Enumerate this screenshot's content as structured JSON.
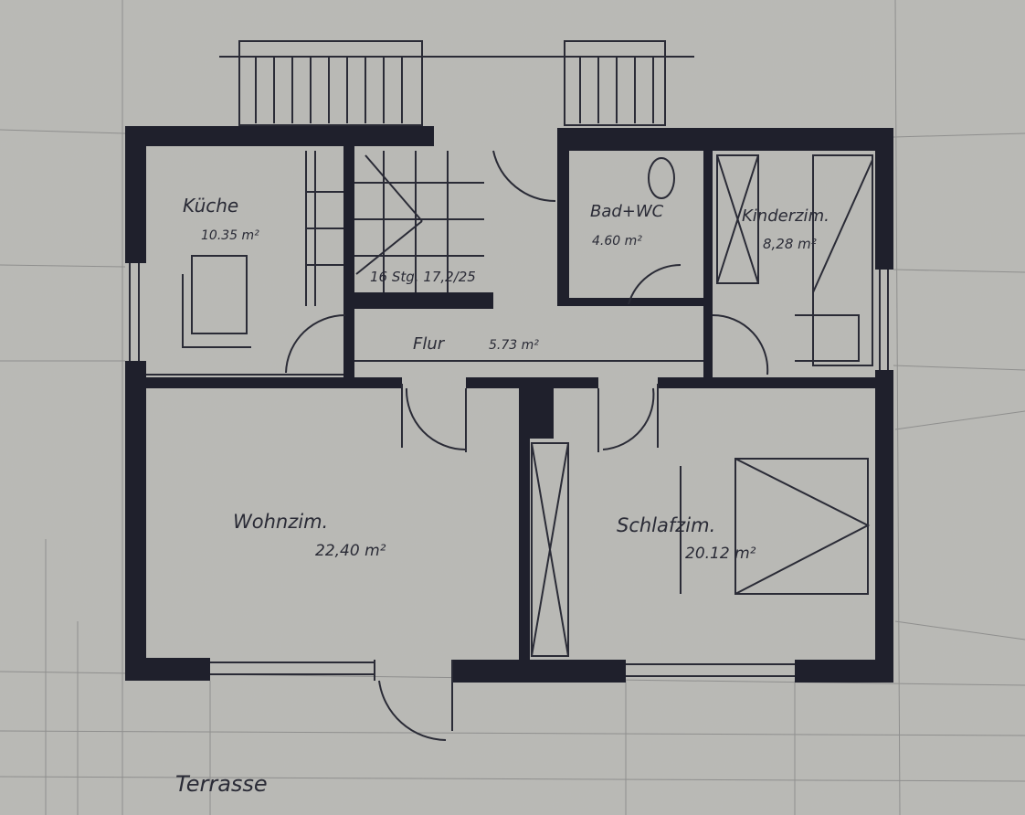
{
  "rooms": {
    "kueche": {
      "name": "Küche",
      "area": "10.35 m²"
    },
    "stairs": {
      "note": "16 Stg. 17,2/25"
    },
    "bad": {
      "name": "Bad+WC",
      "area": "4.60 m²"
    },
    "kinder": {
      "name": "Kinderzim.",
      "area": "8,28 m²"
    },
    "flur": {
      "name": "Flur",
      "area": "5.73 m²"
    },
    "wohn": {
      "name": "Wohnzim.",
      "area": "22,40 m²"
    },
    "schlaf": {
      "name": "Schlafzim.",
      "area": "20.12 m²"
    },
    "terrasse": {
      "name": "Terrasse"
    }
  },
  "colors": {
    "paper": "#b9b9b5",
    "wall": "#1f202c",
    "line": "#3a3b46"
  }
}
